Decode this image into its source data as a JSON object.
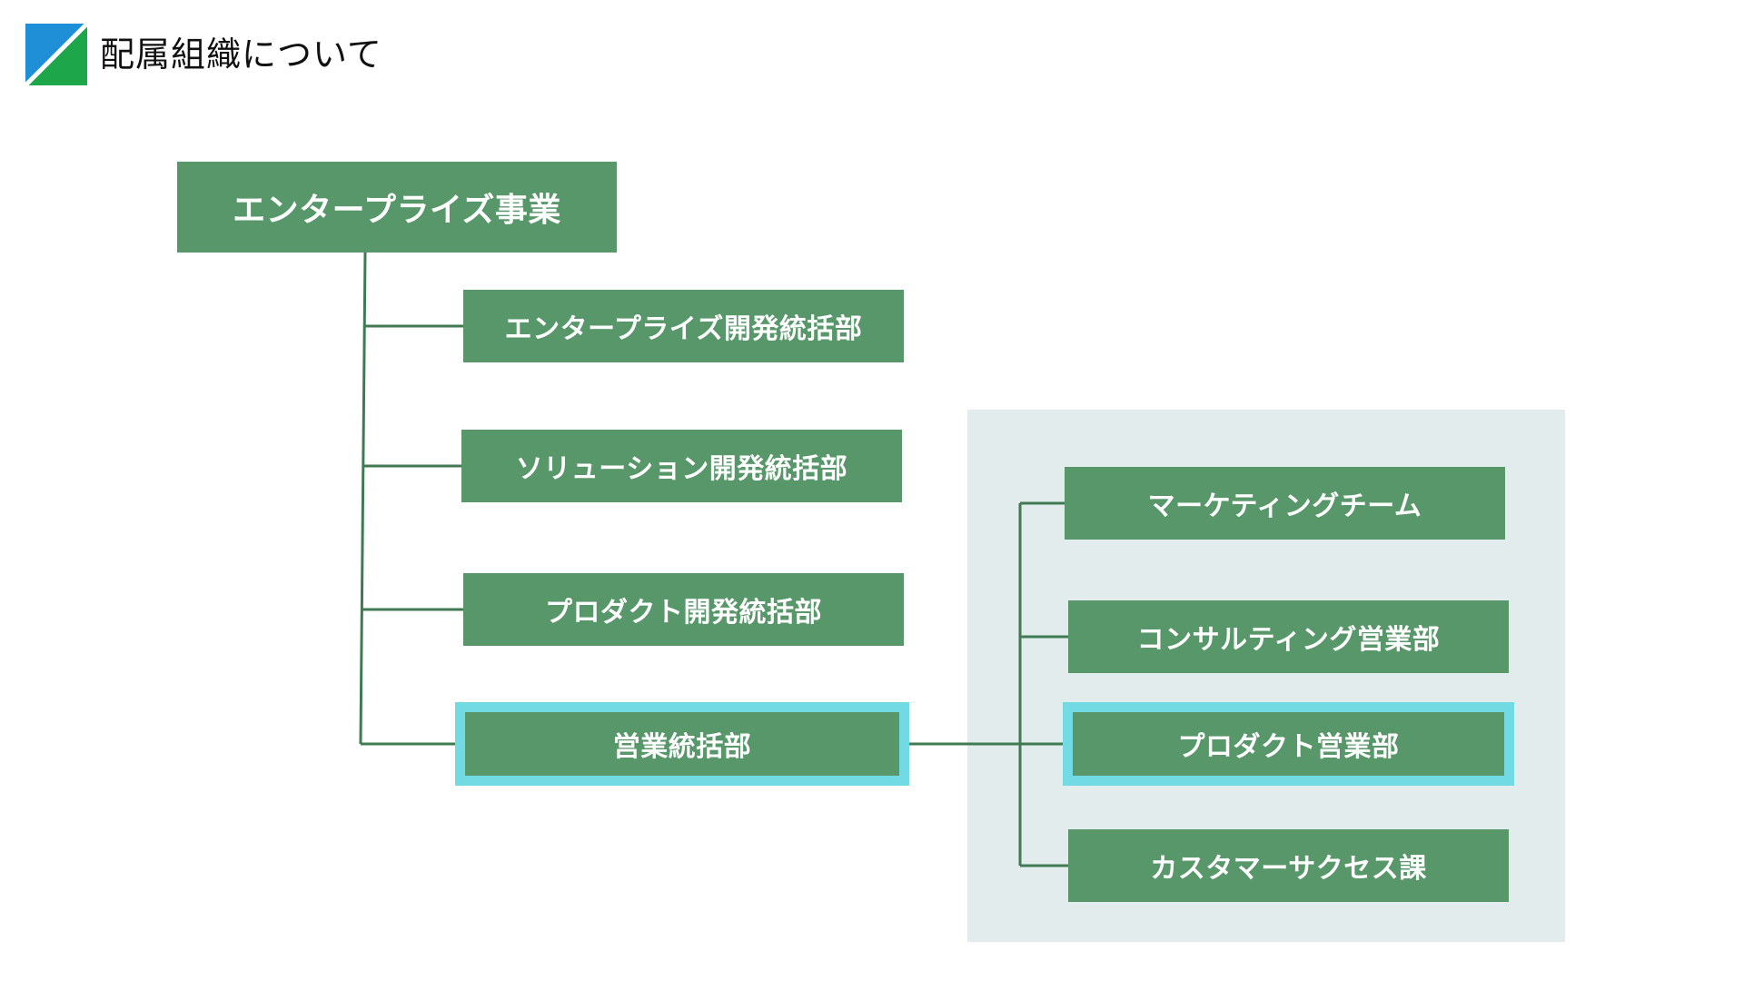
{
  "header": {
    "title": "配属組織について",
    "logo_colors": {
      "blue": "#1f8fd8",
      "green": "#1ea64a",
      "divider": "#ffffff"
    }
  },
  "colors": {
    "box_fill": "#579769",
    "box_text": "#ffffff",
    "connector": "#3f7a52",
    "highlight_outline": "#72dae2",
    "panel_bg": "#e2ecec"
  },
  "org_chart": {
    "root": {
      "label": "エンタープライズ事業"
    },
    "divisions": [
      {
        "label": "エンタープライズ開発統括部",
        "highlighted": false
      },
      {
        "label": "ソリューション開発統括部",
        "highlighted": false
      },
      {
        "label": "プロダクト開発統括部",
        "highlighted": false
      },
      {
        "label": "営業統括部",
        "highlighted": true
      }
    ],
    "sales_units": [
      {
        "label": "マーケティングチーム",
        "highlighted": false
      },
      {
        "label": "コンサルティング営業部",
        "highlighted": false
      },
      {
        "label": "プロダクト営業部",
        "highlighted": true
      },
      {
        "label": "カスタマーサクセス課",
        "highlighted": false
      }
    ]
  }
}
